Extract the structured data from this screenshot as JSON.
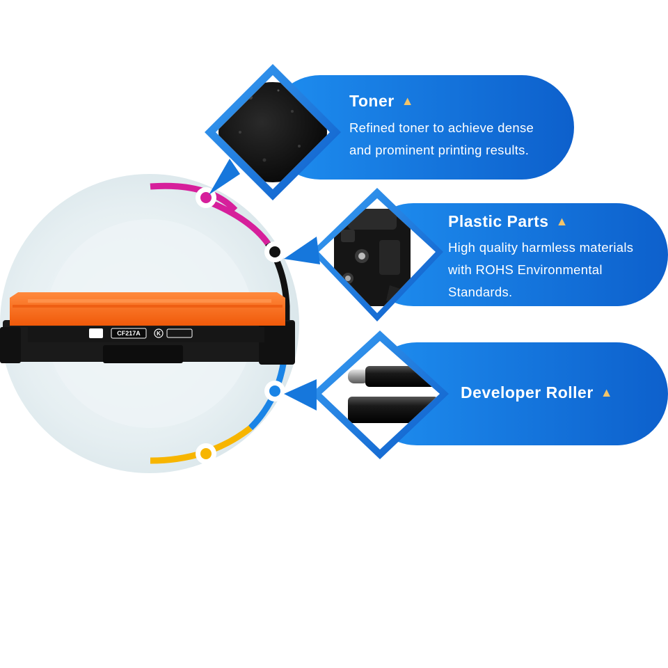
{
  "features": [
    {
      "title": "Toner",
      "marker": "▲",
      "description_lines": [
        "Refined toner to achieve dense",
        "and prominent printing results."
      ]
    },
    {
      "title": "Plastic Parts",
      "marker": "▲",
      "description_lines": [
        "High quality harmless materials",
        "with ROHS Environmental",
        "Standards."
      ]
    },
    {
      "title": "Developer Roller",
      "marker": "▲"
    }
  ],
  "product": {
    "model_label": "CF217A",
    "color_code": "K"
  },
  "colors": {
    "panel_blue": "#1f86e8",
    "panel_blue_dark": "#0b5bc8",
    "ring_magenta": "#d61f9b",
    "ring_black": "#111111",
    "ring_blue": "#1a84e6",
    "ring_yellow": "#f7b500",
    "cartridge_orange": "#ff6a1a",
    "marker_gold": "#f2c46a"
  },
  "icons": [
    "toner-powder-image",
    "plastic-parts-image",
    "developer-roller-image",
    "toner-cartridge-image"
  ]
}
